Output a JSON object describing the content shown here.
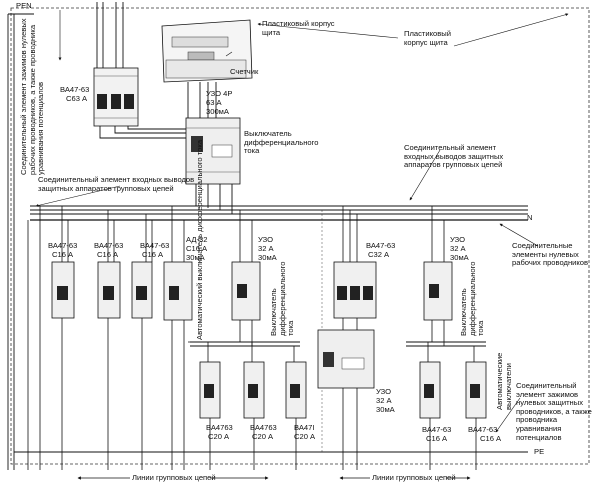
{
  "buses": {
    "pen": "PEN",
    "n": "N",
    "pe": "PE"
  },
  "top_left_vertical_note": "Соединительный элемент зажимов нулевых рабочих проводников, а также проводника уравнивания потенциалов",
  "main_breaker": {
    "model": "ВА47-63",
    "rating": "С63 А"
  },
  "meter": {
    "label": "Счетчик"
  },
  "enclosure_top": "Пластиковый корпус щита",
  "enclosure_right": "Пластиковый корпус щита",
  "rcd_main": {
    "model": "УЗО 4Р",
    "current": "63 А",
    "leak": "300мА",
    "caption": "Выключатель дифференциального тока"
  },
  "input_bus_note_right": "Соединительный элемент входных выводов защитных аппаратов групповых цепей",
  "input_bus_note_left": "Соединительный элемент входных выводов защитных аппаратов групповых цепей",
  "neutral_bus_note": "Соединительные элементы нулевых рабочих проводников",
  "breakers_row": [
    {
      "model": "ВА47-63",
      "rating": "С16 А"
    },
    {
      "model": "ВА47-63",
      "rating": "С16 А"
    },
    {
      "model": "ВА47-63",
      "rating": "С16 А"
    }
  ],
  "ad32": {
    "model": "АД-32",
    "rating": "С16 А",
    "leak": "30мА",
    "vertical": "Автоматический выключатель дифференциального тока"
  },
  "uzo_mid": {
    "model": "УЗО",
    "current": "32 А",
    "leak": "30мА",
    "vertical": "Выключатель дифференциального тока"
  },
  "c32": {
    "model": "ВА47-63",
    "rating": "С32 А"
  },
  "uzo_right": {
    "model": "УЗО",
    "current": "32 А",
    "leak": "30мА",
    "vertical": "Выключатель дифференциального тока"
  },
  "lower_left_breakers": [
    {
      "model": "ВА4763",
      "rating": "С20 А"
    },
    {
      "model": "ВА4763",
      "rating": "С20 А"
    },
    {
      "model": "ВА47I",
      "rating": "С20 А"
    }
  ],
  "uzo_lower": {
    "model": "УЗО",
    "current": "32 А",
    "leak": "30мА"
  },
  "lower_right_breakers": [
    {
      "model": "ВА47-63",
      "rating": "С16 А"
    },
    {
      "model": "ВА47-63",
      "rating": "С16 А"
    }
  ],
  "auto_breakers_vertical": "Автоматические выключатели",
  "pe_bus_note": "Соединительный элемент зажимов нулевых защитных проводников, а также проводника уравнивания потенциалов",
  "group_lines_left": "Линии групповых цепей",
  "group_lines_right": "Линии групповых цепей"
}
